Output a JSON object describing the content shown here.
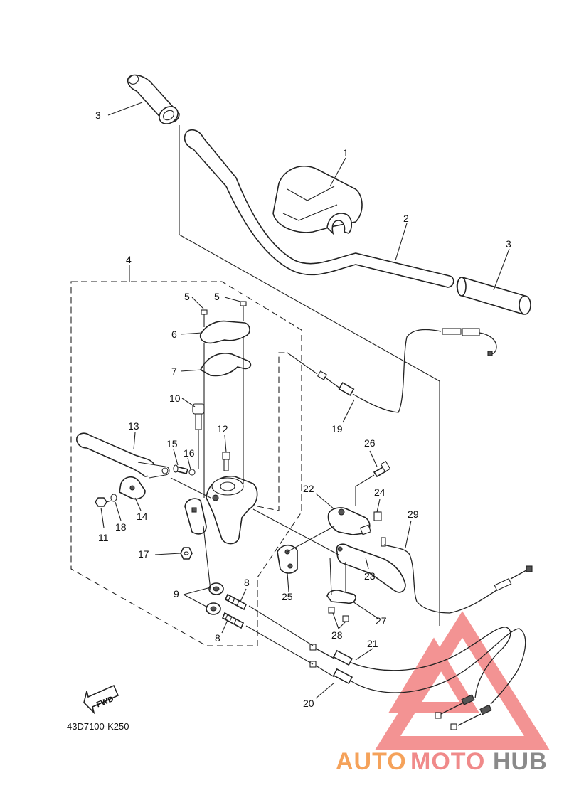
{
  "diagram_code": "43D7100-K250",
  "fwd_label": "FWD",
  "watermark": {
    "text_auto": "AUTO",
    "text_moto": "MOTO",
    "text_hub": "HUB",
    "color_auto": "#f5a25a",
    "color_moto": "#f08a8a",
    "color_hub": "#8a8a8a",
    "logo_color": "#f07070"
  },
  "callouts": {
    "c1": "1",
    "c2": "2",
    "c3a": "3",
    "c3b": "3",
    "c4": "4",
    "c5a": "5",
    "c5b": "5",
    "c6": "6",
    "c7": "7",
    "c8a": "8",
    "c8b": "8",
    "c9": "9",
    "c10": "10",
    "c11": "11",
    "c12": "12",
    "c13": "13",
    "c14": "14",
    "c15": "15",
    "c16": "16",
    "c17": "17",
    "c18": "18",
    "c19": "19",
    "c20": "20",
    "c21": "21",
    "c22": "22",
    "c23": "23",
    "c24": "24",
    "c25": "25",
    "c26": "26",
    "c27": "27",
    "c28": "28",
    "c29": "29"
  }
}
